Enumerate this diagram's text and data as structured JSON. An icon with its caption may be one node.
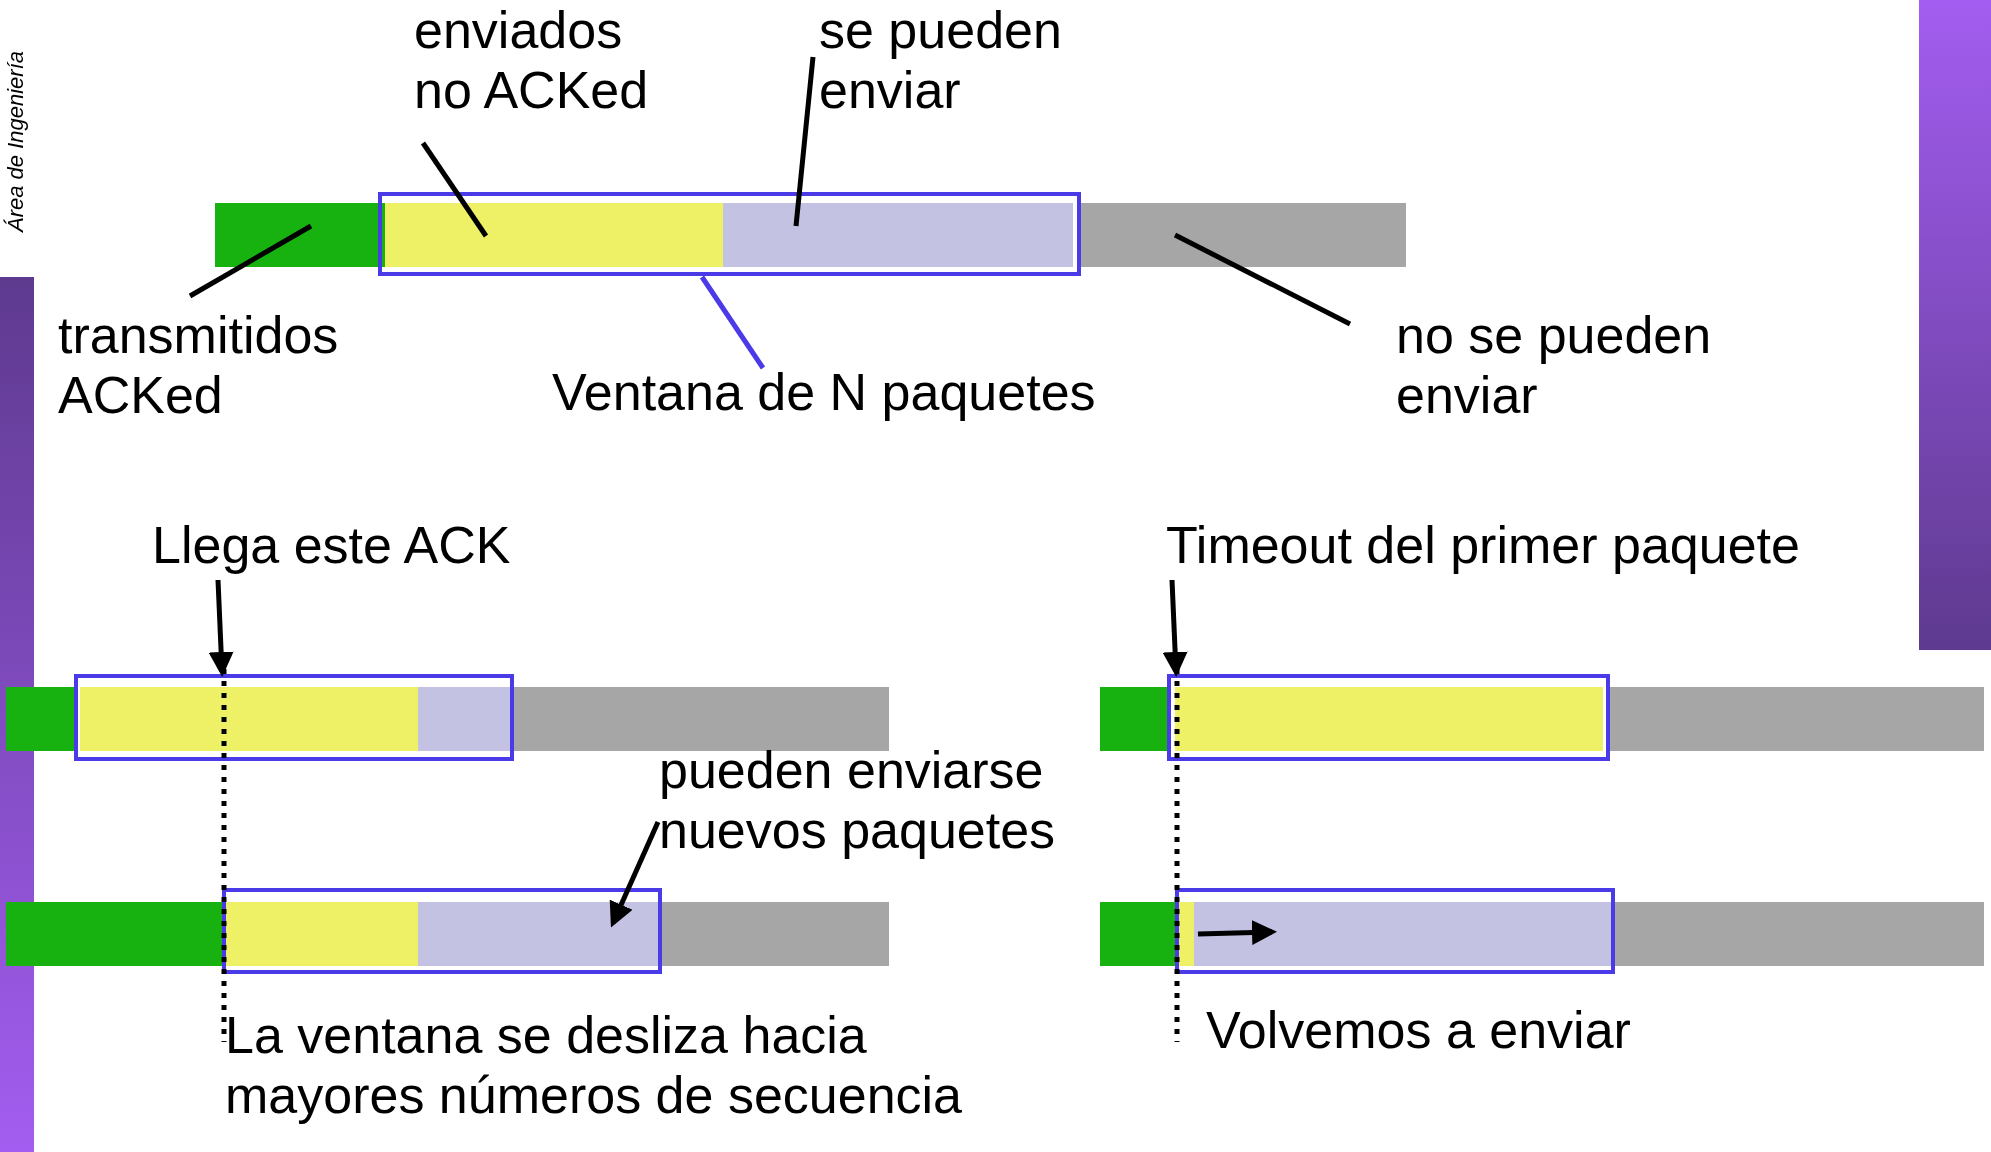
{
  "diagram": {
    "nodes": [
      {
        "text": [
          "enviados no ACKed"
        ]
      },
      {
        "text": [
          "se pueden enviar"
        ]
      },
      {
        "text": [],
        "shape": "bar"
      },
      {
        "text": [],
        "shape": "box"
      },
      {
        "text": [],
        "shape": "bar",
        "in": 3
      },
      {
        "text": [],
        "shape": "bar",
        "in": 3
      },
      {
        "text": [],
        "shape": "bar"
      },
      {
        "text": [
          "transmitidos ACKed"
        ]
      },
      {
        "text": [
          "Ventana de N paquetes"
        ]
      },
      {
        "text": [
          "no se pueden enviar"
        ]
      },
      {
        "text": [
          "Llega este ACK"
        ]
      },
      {
        "text": [
          "Timeout del primer paquete"
        ]
      },
      {
        "text": [],
        "shape": "bar"
      },
      {
        "text": [],
        "shape": "box"
      },
      {
        "text": [],
        "shape": "bar",
        "in": 13
      },
      {
        "text": [],
        "shape": "bar",
        "in": 13
      },
      {
        "text": [],
        "shape": "bar"
      },
      {
        "text": [],
        "shape": "bar"
      },
      {
        "text": [],
        "shape": "box"
      },
      {
        "text": [],
        "shape": "bar",
        "in": 18
      },
      {
        "text": [],
        "shape": "bar"
      },
      {
        "text": [
          "pueden enviarse nuevos paquetes"
        ]
      },
      {
        "text": [],
        "shape": "bar"
      },
      {
        "text": [],
        "shape": "box"
      },
      {
        "text": [],
        "shape": "bar",
        "in": 23
      },
      {
        "text": [],
        "shape": "bar",
        "in": 23
      },
      {
        "text": [],
        "shape": "bar"
      },
      {
        "text": [],
        "shape": "bar"
      },
      {
        "text": [],
        "shape": "box"
      },
      {
        "text": [],
        "shape": "bar",
        "in": 28
      },
      {
        "text": [],
        "shape": "bar",
        "in": 28
      },
      {
        "text": [],
        "shape": "bar"
      },
      {
        "text": [],
        "shape": "bar"
      },
      {
        "text": [],
        "shape": "bar"
      }
    ],
    "edges": [
      {
        "from": 0,
        "to": 4,
        "arrow": "none"
      },
      {
        "from": 1,
        "to": 5,
        "arrow": "none"
      },
      {
        "from": 7,
        "to": 2,
        "arrow": "none"
      },
      {
        "from": 8,
        "to": 3,
        "arrow": "none",
        "color": "#4b3ae8"
      },
      {
        "from": 9,
        "to": 6,
        "arrow": "none"
      },
      {
        "from": 10,
        "to": 13,
        "arrow": "to"
      },
      {
        "from": 11,
        "to": 18,
        "arrow": "to"
      },
      {
        "from": 21,
        "to": 25,
        "arrow": "to"
      }
    ],
    "labels": [
      "Área de Ingeniería",
      "La ventana se desliza hacia mayores números de secuencia",
      "Volvemos a enviar"
    ]
  }
}
